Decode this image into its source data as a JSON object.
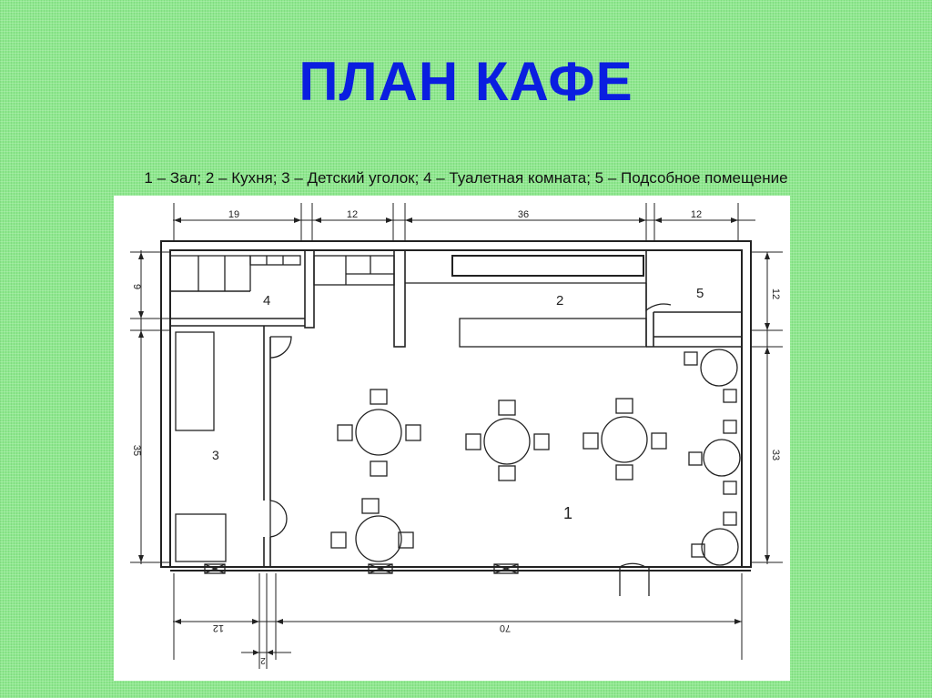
{
  "title": "ПЛАН КАФЕ",
  "legend": "1 – Зал; 2 – Кухня; 3 – Детский  уголок; 4 – Туалетная комната; 5 – Подсобное помещение",
  "dimensions": {
    "top": [
      "19",
      "12",
      "36",
      "12"
    ],
    "left": [
      "9",
      "35"
    ],
    "right": [
      "12",
      "33"
    ],
    "bottom": [
      "12",
      "70",
      "2"
    ]
  },
  "rooms": {
    "hall": "1",
    "kitchen": "2",
    "kids_corner": "3",
    "restroom": "4",
    "storage": "5"
  }
}
